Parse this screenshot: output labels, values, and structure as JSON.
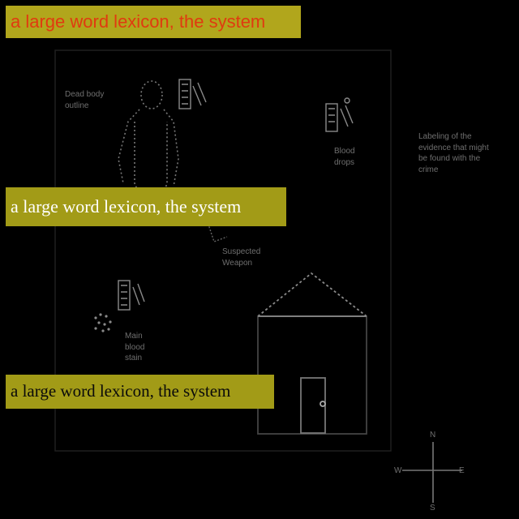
{
  "captions": {
    "top": "a large word lexicon, the system",
    "middle": "a large word lexicon, the system",
    "bottom": "a large word lexicon, the system"
  },
  "diagram": {
    "labels": {
      "body_outline": "Dead body outline",
      "blood_drops": "Blood drops",
      "labeling_note": "Labeling of the evidence that might be found with the crime",
      "footprint": "Suspected Weapon",
      "main_blood_stain": "Main blood stain"
    },
    "compass": {
      "north": "N",
      "south": "S",
      "west": "W",
      "east": "E"
    }
  },
  "colors": {
    "background": "#000000",
    "caption_band": "#a29b17",
    "caption_top_text": "#e03a10",
    "line_art": "#7a7a7a"
  },
  "icons": {
    "body": "body-outline-icon",
    "evidence": "evidence-marker-icon",
    "house": "house-icon",
    "compass": "compass-icon"
  }
}
